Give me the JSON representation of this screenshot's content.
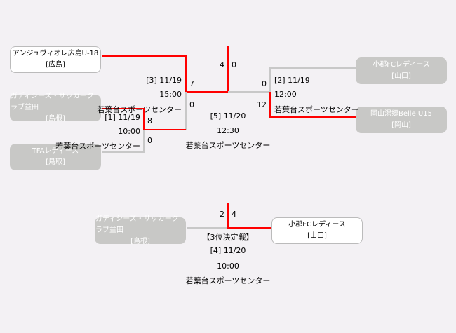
{
  "teams": {
    "hiroshima": {
      "name": "アンジュヴィオレ広島U-18",
      "pref": "[広島]"
    },
    "shimane": {
      "name": "ガディシーズ・サッカークラブ益田",
      "pref": "[島根]"
    },
    "tottori": {
      "name": "TFAレディース",
      "pref": "[鳥取]"
    },
    "yamaguchi": {
      "name": "小郡FCレディース",
      "pref": "[山口]"
    },
    "okayama": {
      "name": "岡山湯郷Belle U15",
      "pref": "[岡山]"
    },
    "shimane_3rd": {
      "name": "ガディシーズ・サッカークラブ益田",
      "pref": "[島根]"
    },
    "yamaguchi_3rd": {
      "name": "小郡FCレディース",
      "pref": "[山口]"
    }
  },
  "matches": {
    "m1": {
      "label": "[1] 11/19",
      "time": "10:00",
      "venue": "若葉台スポーツセンター",
      "score_top": "8",
      "score_bottom": "0"
    },
    "m2": {
      "label": "[2] 11/19",
      "time": "12:00",
      "venue": "若葉台スポーツセンター",
      "score_top": "0",
      "score_bottom": "12"
    },
    "m3": {
      "label": "[3] 11/19",
      "time": "15:00",
      "venue": "若葉台スポーツセンター",
      "score_top": "7",
      "score_bottom": "0"
    },
    "m5": {
      "label": "[5] 11/20",
      "time": "12:30",
      "venue": "若葉台スポーツセンター",
      "score_left": "4",
      "score_right": "0"
    },
    "m4": {
      "title": "【3位決定戦】",
      "label": "[4] 11/20",
      "time": "10:00",
      "venue": "若葉台スポーツセンター",
      "score_left": "2",
      "score_right": "4"
    }
  },
  "colors": {
    "winner_line": "#ff0000",
    "loser_line": "#c8c8c8"
  }
}
